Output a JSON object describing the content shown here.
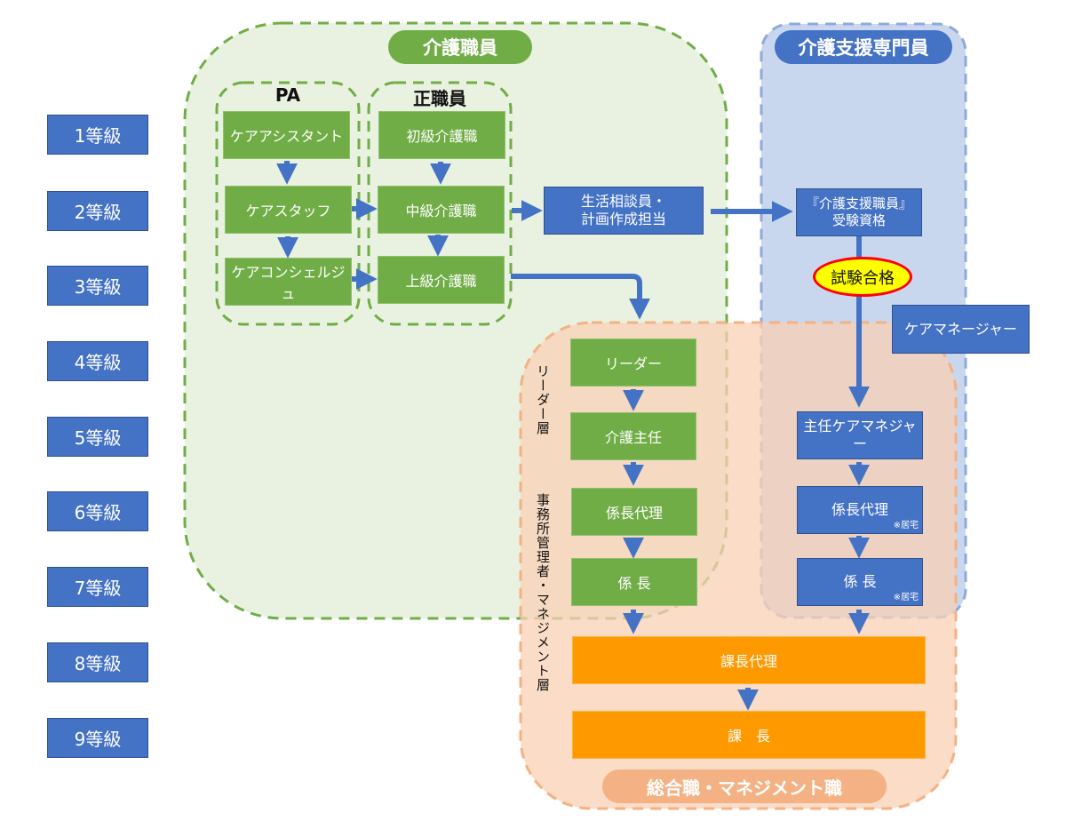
{
  "grades": [
    "1等級",
    "2等級",
    "3等級",
    "4等級",
    "5等級",
    "6等級",
    "7等級",
    "8等級",
    "9等級"
  ],
  "regions": {
    "care_staff": {
      "title": "介護職員",
      "color": "#70ad47",
      "fill": "#e9f2e1"
    },
    "support_specialist": {
      "title": "介護支援専門員",
      "color": "#4472c4",
      "fill": "#c9d7ee"
    },
    "management": {
      "title": "総合職・マネジメント職",
      "color": "#f4b183",
      "fill": "#f8d6bf"
    }
  },
  "groups": {
    "pa": {
      "title": "PA",
      "items": [
        "ケアアシスタント",
        "ケアスタッフ",
        "ケアコンシェルジュ"
      ]
    },
    "regular": {
      "title": "正職員",
      "items": [
        "初級介護職",
        "中級介護職",
        "上級介護職"
      ]
    }
  },
  "life_consultant": {
    "line1": "生活相談員・",
    "line2": "計画作成担当"
  },
  "exam_eligibility": {
    "line1": "『介護支援職員』",
    "line2": "受験資格"
  },
  "exam_pass": "試験合格",
  "care_manager": "ケアマネージャー",
  "leader_track": [
    "リーダー",
    "介護主任",
    "係長代理",
    "係 長"
  ],
  "cm_track": {
    "head_cm": "主任ケアマネジャー",
    "deputy": "係長代理",
    "chief": "係 長",
    "note": "※居宅"
  },
  "management_track": [
    "課長代理",
    "課　長"
  ],
  "side_labels": {
    "leader_layer": "リーダー層",
    "manager_layer": "事務所管理者・マネジメント層"
  },
  "colors": {
    "arrow": "#4472c4",
    "green_box": "#70ad47",
    "blue_box": "#4472c4",
    "orange_box": "#ff9900",
    "exam_fill": "#ffff00",
    "exam_border": "#ff0000"
  }
}
